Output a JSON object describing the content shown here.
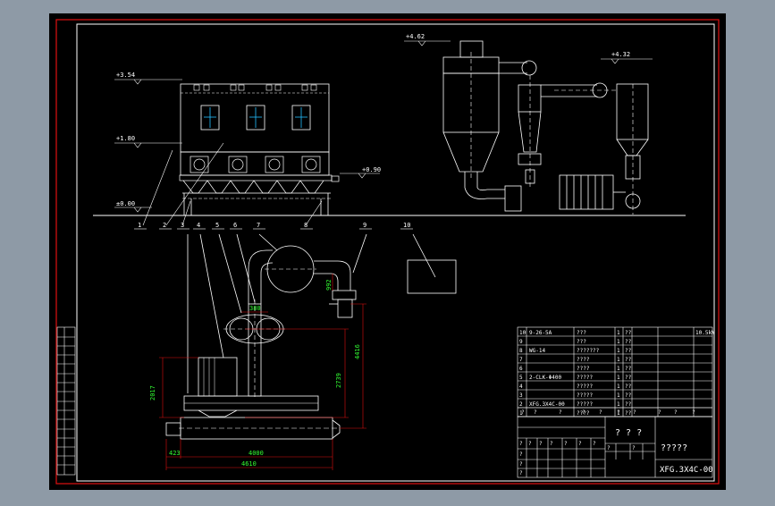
{
  "elevations": {
    "top_left": "+3.54",
    "mid_left": "+1.80",
    "ground": "±0.00",
    "inlet": "+0.90",
    "cyclone_top": "+4.62",
    "duct_right": "+4.32"
  },
  "callouts": [
    "1",
    "2",
    "3",
    "4",
    "5",
    "6",
    "7",
    "8",
    "9",
    "10"
  ],
  "dimensions": {
    "d_2017": "2017",
    "d_2739": "2739",
    "d_4416": "4416",
    "d_4000": "4000",
    "d_4610": "4610",
    "d_423": "423",
    "d_380": "380",
    "d_992": "992"
  },
  "parts_list": {
    "rows": [
      {
        "no": "10",
        "code": "9-26-5A",
        "name": "???",
        "qty": "1",
        "mat": "??",
        "note": "10.5kW"
      },
      {
        "no": "9",
        "code": "",
        "name": "???",
        "qty": "1",
        "mat": "??",
        "note": ""
      },
      {
        "no": "8",
        "code": "WG-14",
        "name": "???????",
        "qty": "1",
        "mat": "??",
        "note": ""
      },
      {
        "no": "7",
        "code": "",
        "name": "????",
        "qty": "1",
        "mat": "??",
        "note": ""
      },
      {
        "no": "6",
        "code": "",
        "name": "????",
        "qty": "1",
        "mat": "??",
        "note": ""
      },
      {
        "no": "5",
        "code": "2-CLK-Φ400",
        "name": "?????",
        "qty": "1",
        "mat": "??",
        "note": ""
      },
      {
        "no": "4",
        "code": "",
        "name": "?????",
        "qty": "1",
        "mat": "??",
        "note": ""
      },
      {
        "no": "3",
        "code": "",
        "name": "?????",
        "qty": "1",
        "mat": "??",
        "note": ""
      },
      {
        "no": "2",
        "code": "XFG.3X4C-00",
        "name": "?????",
        "qty": "1",
        "mat": "??",
        "note": ""
      },
      {
        "no": "1",
        "code": "",
        "name": "????",
        "qty": "1",
        "mat": "??",
        "note": ""
      }
    ],
    "header_cells": [
      "?",
      "?",
      "?",
      "?",
      "?",
      "?",
      "?",
      "?",
      "?",
      "?"
    ]
  },
  "title_block": {
    "mid_title": "? ? ?",
    "title": "?????",
    "drawing_no": "XFG.3X4C-00",
    "small_cells": [
      "?",
      "?",
      "?",
      "?",
      "?",
      "?",
      "?",
      "?",
      "?",
      "?",
      "?",
      "?"
    ]
  }
}
